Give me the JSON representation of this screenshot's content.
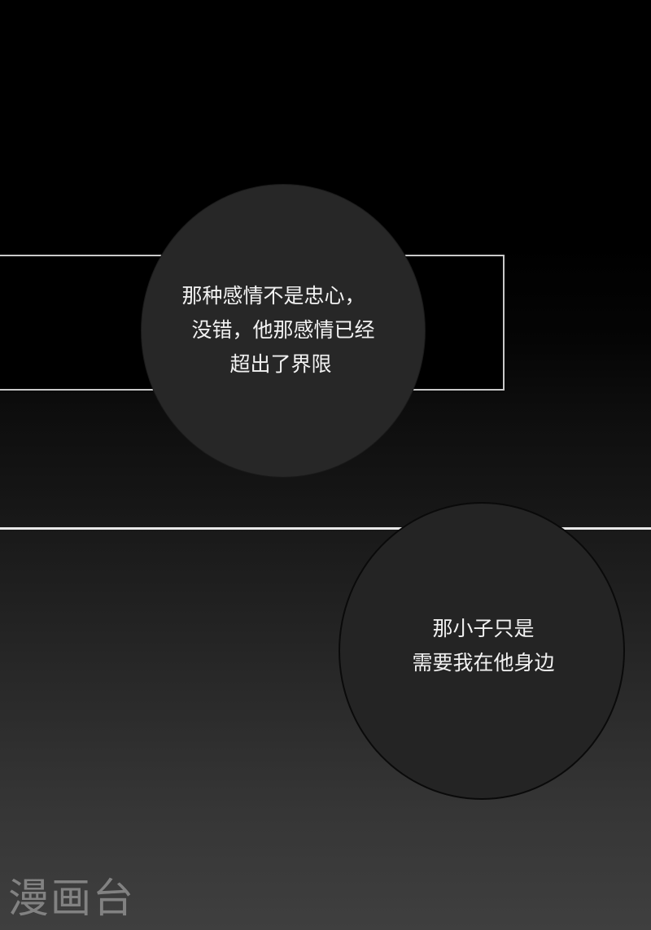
{
  "page": {
    "type": "comic-strip-page",
    "background_gradient": [
      "#000000",
      "#161616",
      "#3f3f3f"
    ]
  },
  "panels": [
    {
      "id": "panel-1",
      "frame_color": "#c9c9c9"
    },
    {
      "id": "panel-2",
      "divider_color": "#e8e8e8"
    }
  ],
  "bubbles": [
    {
      "id": "bubble-1",
      "fill": "#272727",
      "lines": [
        "那种感情不是忠心，",
        "没错，他那感情已经",
        "超出了界限"
      ]
    },
    {
      "id": "bubble-2",
      "fill": "#242424",
      "lines": [
        "那小子只是",
        "需要我在他身边"
      ]
    }
  ],
  "watermark": {
    "text": "漫画台",
    "color": "#8a8a8a"
  }
}
